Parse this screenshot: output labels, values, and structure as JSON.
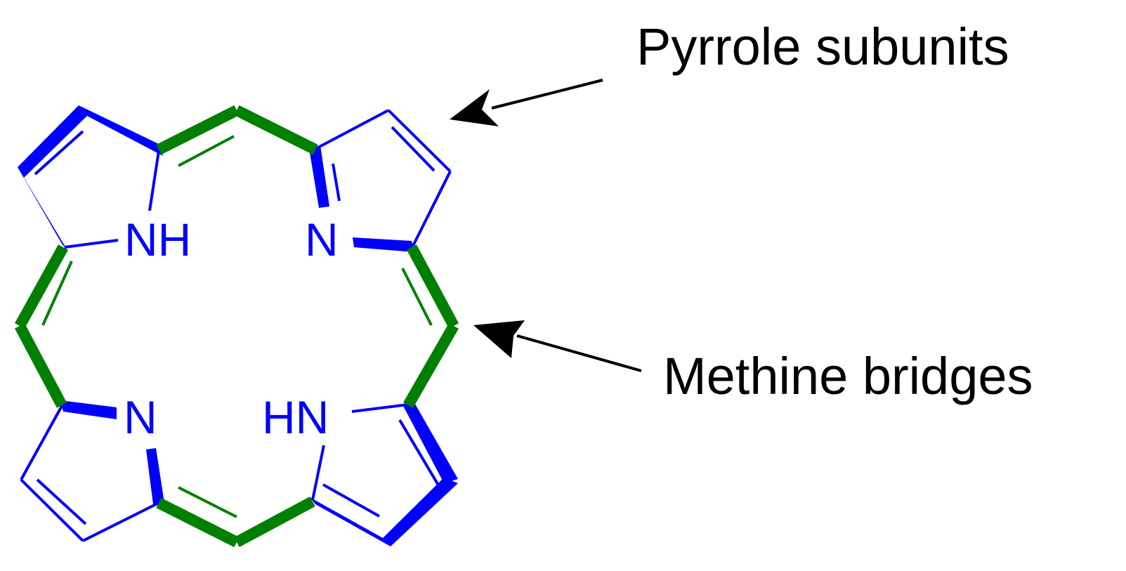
{
  "colors": {
    "pyrrole": "#0000ff",
    "methine": "#008000",
    "annotation": "#000000",
    "background": "#ffffff"
  },
  "atoms": {
    "top_left_nitrogen": "NH",
    "top_right_nitrogen": "N",
    "bottom_left_nitrogen": "N",
    "bottom_right_nitrogen": "HN"
  },
  "annotations": {
    "pyrrole": "Pyrrole subunits",
    "methine": "Methine bridges"
  }
}
